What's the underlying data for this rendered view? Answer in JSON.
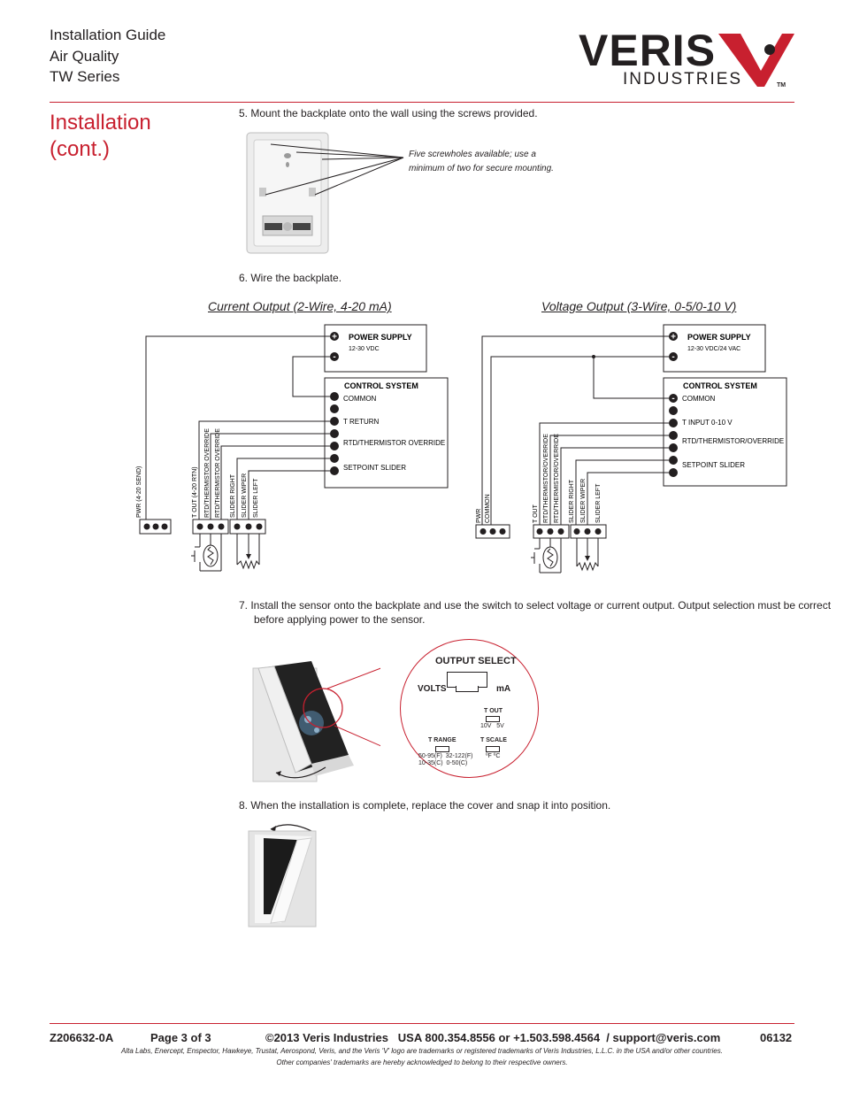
{
  "header": {
    "line1": "Installation Guide",
    "line2": "Air Quality",
    "line3": "TW Series",
    "logo_top": "VERIS",
    "logo_bottom": "INDUSTRIES",
    "logo_tm": "TM"
  },
  "section_title": {
    "line1": "Installation",
    "line2": "(cont.)"
  },
  "steps": {
    "step5": "5.  Mount the backplate onto the wall using the screws provided.",
    "step5_callout_1": "Five screwholes available; use a",
    "step5_callout_2": "minimum of two for secure mounting.",
    "step6": "6.  Wire the backplate.",
    "step7_line1": "7.  Install the sensor onto the backplate and use the switch to select voltage or current output. Output selection must be correct",
    "step7_line2": "before applying power to the sensor.",
    "step8": "8.  When the installation is complete, replace the cover and snap it into position."
  },
  "diagrams": {
    "current_title": "Current Output (2-Wire, 4-20 mA)",
    "voltage_title": "Voltage Output (3-Wire, 0-5/0-10 V)",
    "plus": "+",
    "minus": "-",
    "power_supply": "POWER SUPPLY",
    "ps_current": "12-30 VDC",
    "ps_voltage": "12-30 VDC/24 VAC",
    "control_system": "CONTROL SYSTEM",
    "common": "COMMON",
    "t_return": "T RETURN",
    "t_input": "T INPUT 0-10 V",
    "rtd_override_current": "RTD/THERMISTOR OVERRIDE",
    "rtd_override_voltage": "RTD/THERMISTOR/OVERRIDE",
    "setpoint_slider": "SETPOINT SLIDER",
    "pwr_current": "PWR (4-20 SEND)",
    "t_out_current": "T OUT (4-20 RTN)",
    "rtd_therm_override_1": "RTD/THERMISTOR OVERRIDE",
    "rtd_therm_override_2": "RTD/THERMISTOR OVERRIDE",
    "slider_right": "SLIDER RIGHT",
    "slider_wiper": "SLIDER WIPER",
    "slider_left": "SLIDER LEFT",
    "pwr": "PWR",
    "common_v": "COMMON",
    "t_out": "T OUT",
    "rtd_therm_override_v1": "RTD/THERMISTOR/OVERRIDE",
    "rtd_therm_override_v2": "RTD/THERMISTOR/OVERRIDE"
  },
  "output_select": {
    "title": "OUTPUT SELECT",
    "volts": "VOLTS",
    "ma": "mA",
    "t_out": "T OUT",
    "t_out_values": "10V   5V",
    "t_range": "T RANGE",
    "t_scale": "T SCALE",
    "range1": "50-95(F)  32-122(F)",
    "range2": "10-35(C)  0-50(C)",
    "scale_values": "ºF ºC"
  },
  "footer": {
    "doc_no": "Z206632-0A",
    "page": "Page 3 of 3",
    "copyright": "©2013 Veris Industries   USA 800.354.8556 or +1.503.598.4564  / support@veris.com",
    "code": "06132",
    "fine1": "Alta Labs, Enercept, Enspector, Hawkeye, Trustat, Aerospond, Veris, and the Veris 'V' logo are trademarks or registered trademarks of  Veris Industries, L.L.C. in the USA and/or other countries.",
    "fine2": "Other companies' trademarks are hereby acknowledged to belong to their respective owners."
  },
  "colors": {
    "accent": "#c8202f",
    "text": "#231f20",
    "logo": "#231f20"
  }
}
